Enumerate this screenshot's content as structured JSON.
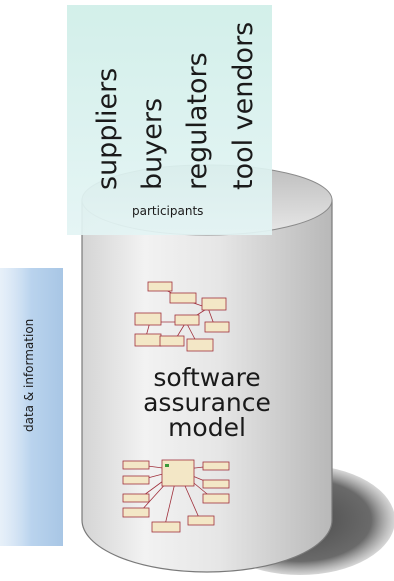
{
  "participants_panel": {
    "roles": [
      "suppliers",
      "buyers",
      "regulators",
      "tool vendors"
    ],
    "label": "participants"
  },
  "data_panel": {
    "label": "data & information"
  },
  "cylinder": {
    "title_lines": [
      "software",
      "assurance",
      "model"
    ]
  },
  "colors": {
    "participants_fill": "#d7efeb",
    "data_fill": "#b9d3ee",
    "cylinder_fill": "#e4e4e4",
    "shadow": "#6f6f6f",
    "uml_box": "#f3e7c6",
    "uml_border": "#a0303c"
  }
}
